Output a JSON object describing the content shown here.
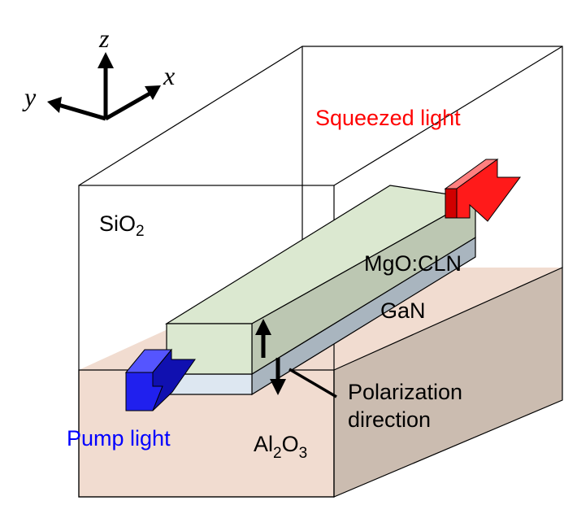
{
  "axes": {
    "z": "z",
    "x": "x",
    "y": "y"
  },
  "labels": {
    "squeezed_light": "Squeezed light",
    "pump_light": "Pump light",
    "sio2_main": "SiO",
    "sio2_sub": "2",
    "mgo_cln": "MgO:CLN",
    "gan": "GaN",
    "polarization": "Polarization",
    "direction": "direction",
    "al_main": "Al",
    "al_sub": "2",
    "o_main": "O",
    "o_sub": "3"
  },
  "colors": {
    "squeezed_light": "#ff0000",
    "pump_light": "#0000ff",
    "substrate_front": "#f1dcd0",
    "substrate_side": "#cbbcb0",
    "substrate_top": "#f1dcd0",
    "mgo_top": "#dbe8d0",
    "mgo_front": "#dbe8d0",
    "mgo_side": "#bcc7b2",
    "gan_front": "#dde7f1",
    "gan_side": "#a9b5bf",
    "arrow_red": "#ff1a1a",
    "arrow_blue": "#2020ee"
  }
}
